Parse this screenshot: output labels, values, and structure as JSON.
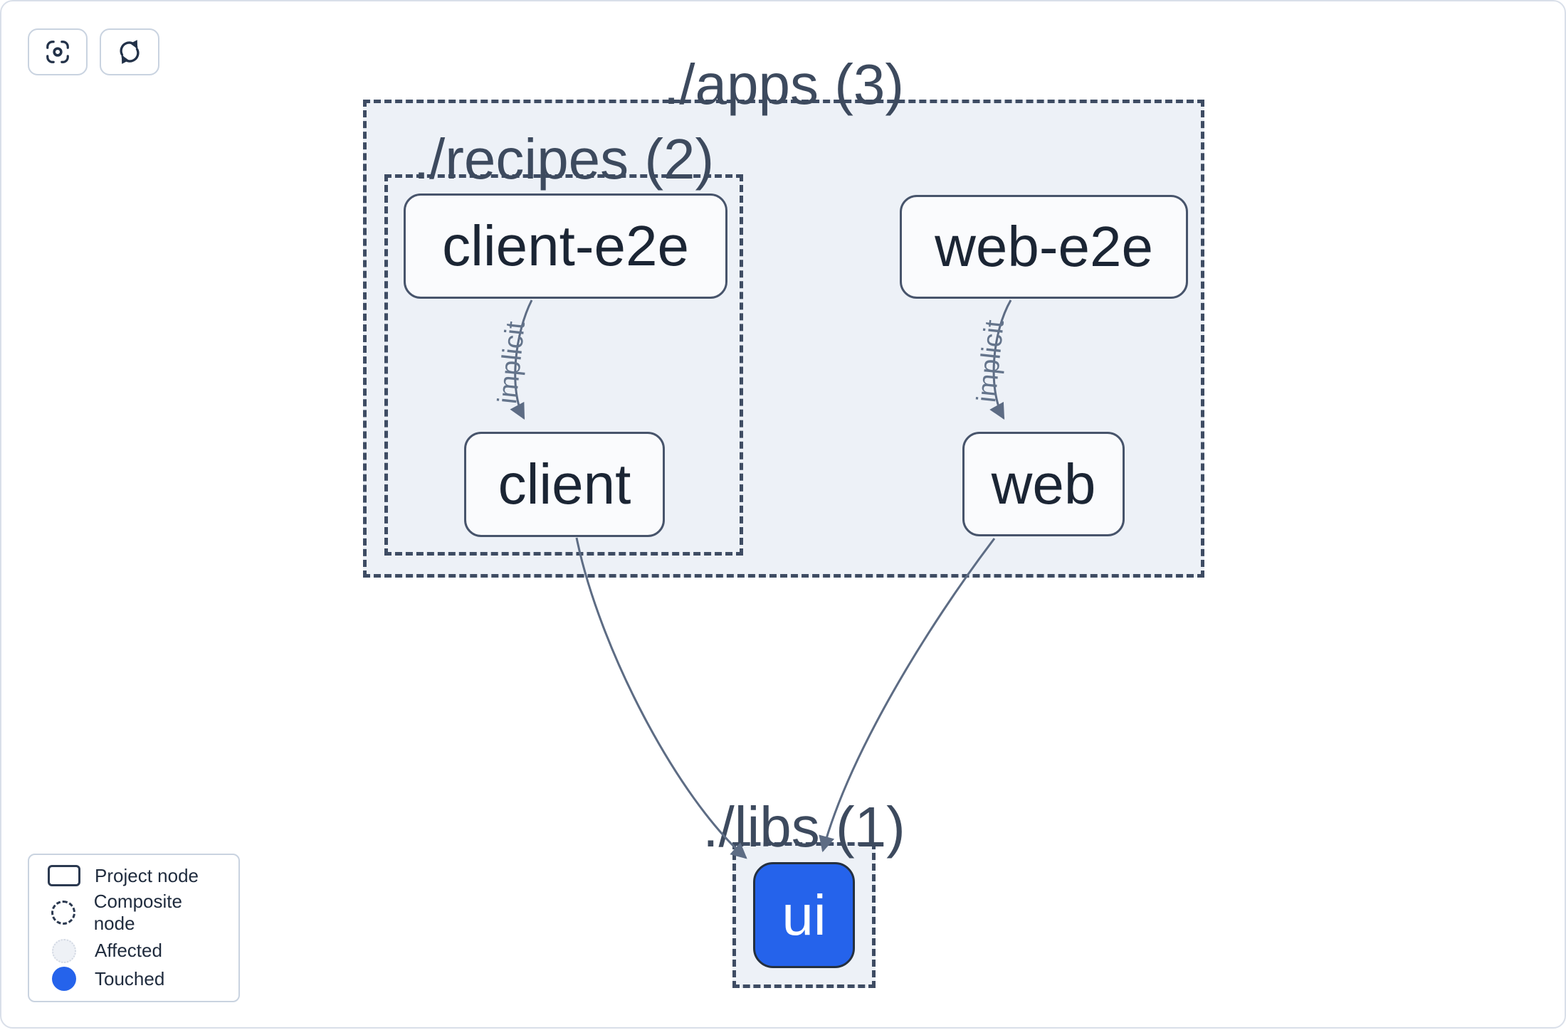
{
  "toolbar": {
    "focus_button": {
      "icon": "focus-icon"
    },
    "refresh_button": {
      "icon": "refresh-icon"
    }
  },
  "graph": {
    "groups": {
      "apps": {
        "label": "./apps (3)",
        "path": "./apps",
        "count": 3
      },
      "recipes": {
        "label": "./recipes (2)",
        "path": "./recipes",
        "count": 2
      },
      "libs": {
        "label": "./libs (1)",
        "path": "./libs",
        "count": 1
      }
    },
    "nodes": {
      "client_e2e": {
        "label": "client-e2e",
        "type": "project"
      },
      "web_e2e": {
        "label": "web-e2e",
        "type": "project"
      },
      "client": {
        "label": "client",
        "type": "project"
      },
      "web": {
        "label": "web",
        "type": "project"
      },
      "ui": {
        "label": "ui",
        "type": "project",
        "state": "touched"
      }
    },
    "edges": [
      {
        "from": "client-e2e",
        "to": "client",
        "label": "implicit"
      },
      {
        "from": "web-e2e",
        "to": "web",
        "label": "implicit"
      },
      {
        "from": "client",
        "to": "ui",
        "label": ""
      },
      {
        "from": "web",
        "to": "ui",
        "label": ""
      }
    ]
  },
  "legend": {
    "items": [
      {
        "swatch": "project-node-swatch",
        "label": "Project node"
      },
      {
        "swatch": "composite-node-swatch",
        "label": "Composite node"
      },
      {
        "swatch": "affected-swatch",
        "label": "Affected"
      },
      {
        "swatch": "touched-swatch",
        "label": "Touched"
      }
    ]
  },
  "colors": {
    "touched_blue": "#2563eb",
    "composite_fill": "#edf1f7",
    "dashed_border": "#3e4c63",
    "node_border": "#47546b",
    "edge": "#5d6c84",
    "canvas_border": "#d9dfe9"
  }
}
